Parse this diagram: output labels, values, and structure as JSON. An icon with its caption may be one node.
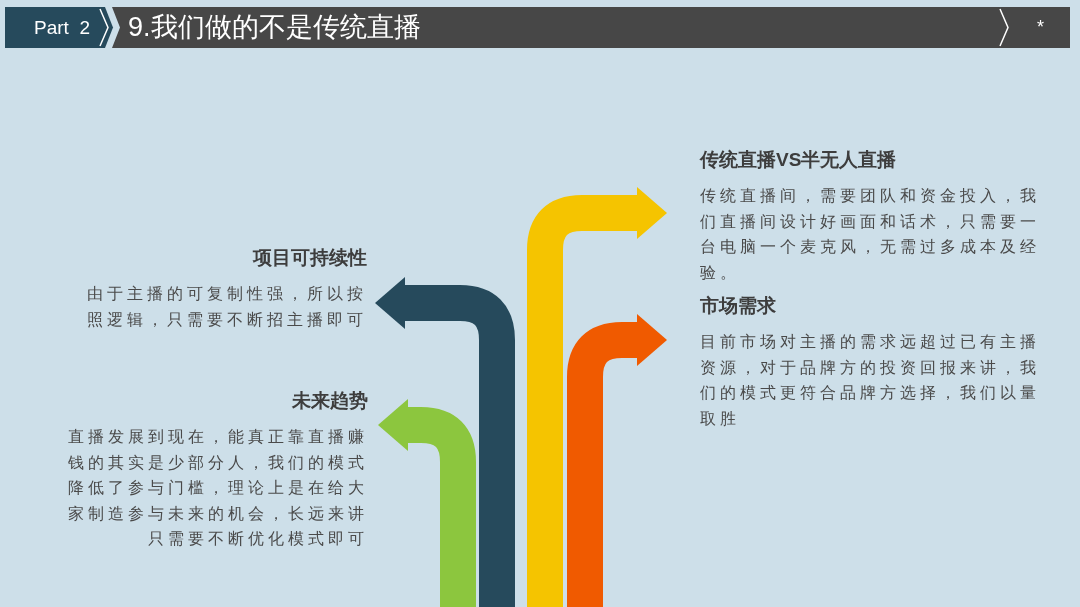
{
  "diagram": {
    "title": "9.我们做的不是传统直播",
    "nodes": [
      {
        "text": [
          "项目可持续性",
          "由于主播的可复制性强，所以按照逻辑，只需要不断招主播即可"
        ]
      },
      {
        "text": [
          "未来趋势",
          "直播发展到现在，能真正靠直播赚钱的其实是少部分人，我们的模式降低了参与门槛，理论上是在给大家制造参与未来的机会，长远来讲只需要不断优化模式即可"
        ]
      },
      {
        "text": [
          "传统直播VS半无人直播",
          "传统直播间，需要团队和资金投入，我们直播间设计好画面和话术，只需要一台电脑一个麦克风，无需过多成本及经验。"
        ]
      },
      {
        "text": [
          "市场需求",
          "目前市场对主播的需求远超过已有主播资源，对于品牌方的投资回报来讲，我们的模式更符合品牌方选择，我们以量取胜"
        ]
      }
    ],
    "edges": [
      {
        "from": null,
        "to": 0,
        "arrow": "to",
        "color": "#264a5c"
      },
      {
        "from": null,
        "to": 1,
        "arrow": "to",
        "color": "#8cc63e"
      },
      {
        "from": null,
        "to": 2,
        "arrow": "to",
        "color": "#f5c400"
      },
      {
        "from": null,
        "to": 3,
        "arrow": "to",
        "color": "#f05a00"
      }
    ],
    "labels": [
      "Part  2",
      "*"
    ]
  }
}
